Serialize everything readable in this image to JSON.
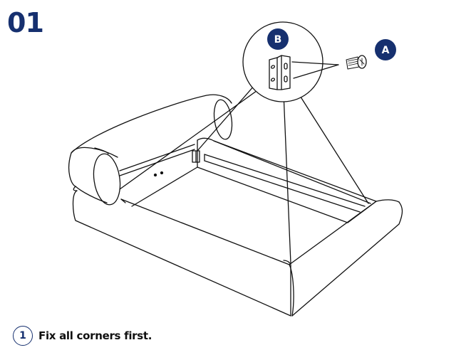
{
  "step": {
    "number": "01"
  },
  "parts": {
    "a": {
      "label": "A",
      "name": "screw"
    },
    "b": {
      "label": "B",
      "name": "corner-bracket"
    }
  },
  "instructions": [
    {
      "index": "1",
      "text": "Fix all corners first."
    }
  ],
  "colors": {
    "brand": "#16306f",
    "line": "#111111",
    "background": "#ffffff"
  }
}
